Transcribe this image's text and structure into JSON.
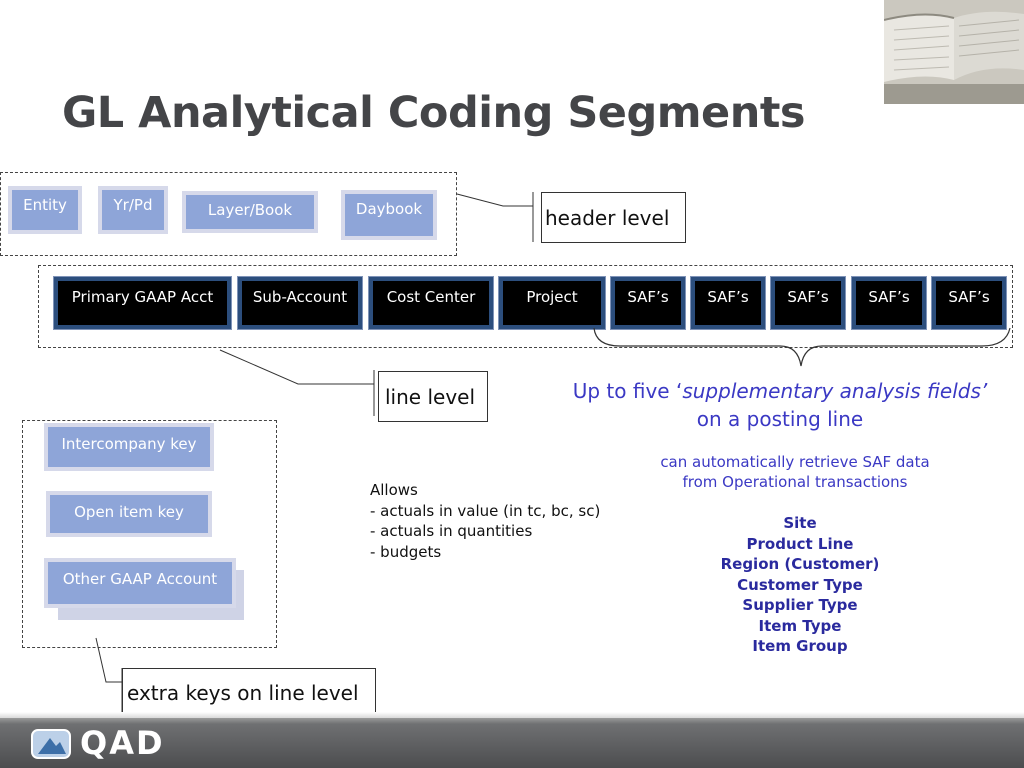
{
  "title": "GL Analytical Coding Segments",
  "header_segments": [
    "Entity",
    "Yr/Pd",
    "Layer/Book",
    "Daybook"
  ],
  "header_label": "header level",
  "line_segments": [
    "Primary GAAP Acct",
    "Sub-Account",
    "Cost Center",
    "Project",
    "SAF’s",
    "SAF’s",
    "SAF’s",
    "SAF’s",
    "SAF’s"
  ],
  "line_label": "line level",
  "saf_note": {
    "line1_prefix": "Up to five ‘",
    "line1_italic": "supplementary analysis fields’",
    "line2": "on a posting line"
  },
  "saf_retrieve": {
    "line1": "can automatically retrieve SAF data",
    "line2": "from Operational transactions"
  },
  "saf_list": [
    "Site",
    "Product Line",
    "Region (Customer)",
    "Customer Type",
    "Supplier Type",
    "Item Type",
    "Item Group"
  ],
  "extra_keys": [
    "Intercompany key",
    "Open item key",
    "Other GAAP Account"
  ],
  "extra_label": "extra keys on line level",
  "allows": {
    "heading": "Allows",
    "items": [
      "- actuals in value (in tc, bc, sc)",
      "- actuals in quantities",
      "- budgets"
    ]
  },
  "footer": {
    "logo_text": "QAD"
  },
  "colors": {
    "title": "#444548",
    "chip_light": "#8ea5d8",
    "chip_dark_border": "#2c4e7d",
    "accent_text": "#3b39c4"
  }
}
